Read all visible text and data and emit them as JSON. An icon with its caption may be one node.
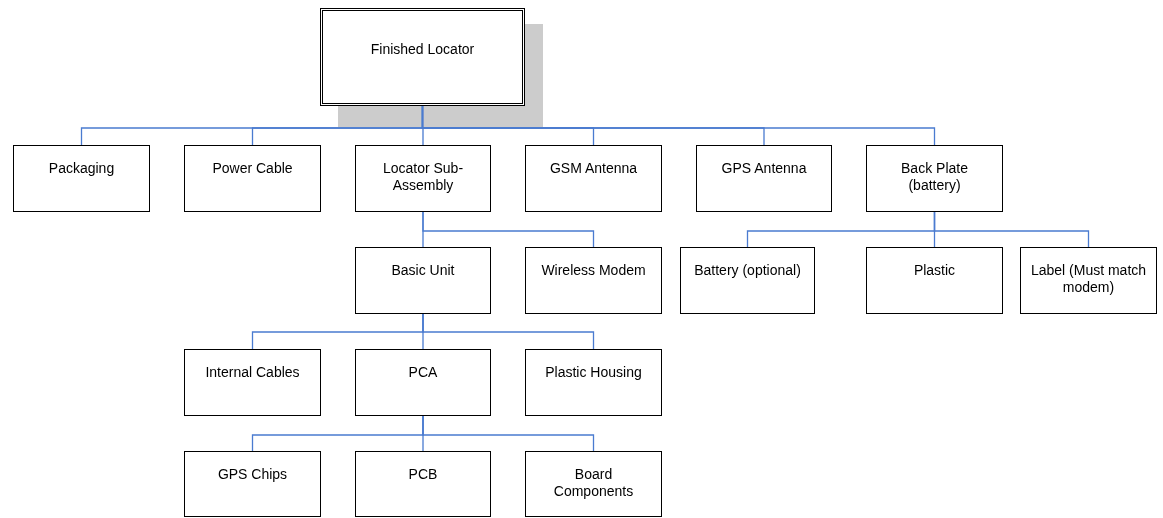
{
  "diagram": {
    "nodes": [
      {
        "text": [
          "Finished Locator"
        ]
      },
      {
        "text": [
          "Packaging"
        ]
      },
      {
        "text": [
          "Power Cable"
        ]
      },
      {
        "text": [
          "Locator Sub-Assembly"
        ]
      },
      {
        "text": [
          "GSM Antenna"
        ]
      },
      {
        "text": [
          "GPS Antenna"
        ]
      },
      {
        "text": [
          "Back Plate (battery)"
        ]
      },
      {
        "text": [
          "Basic Unit"
        ]
      },
      {
        "text": [
          "Wireless Modem"
        ]
      },
      {
        "text": [
          "Battery (optional)"
        ]
      },
      {
        "text": [
          "Plastic"
        ]
      },
      {
        "text": [
          "Label (Must match modem)"
        ]
      },
      {
        "text": [
          "Internal Cables"
        ]
      },
      {
        "text": [
          "PCA"
        ]
      },
      {
        "text": [
          "Plastic Housing"
        ]
      },
      {
        "text": [
          "GPS Chips"
        ]
      },
      {
        "text": [
          "PCB"
        ]
      },
      {
        "text": [
          "Board Components"
        ]
      }
    ],
    "edges": [
      {
        "from": 0,
        "to": 1,
        "arrow": "none"
      },
      {
        "from": 0,
        "to": 2,
        "arrow": "none"
      },
      {
        "from": 0,
        "to": 3,
        "arrow": "none"
      },
      {
        "from": 0,
        "to": 4,
        "arrow": "none"
      },
      {
        "from": 0,
        "to": 5,
        "arrow": "none"
      },
      {
        "from": 0,
        "to": 6,
        "arrow": "none"
      },
      {
        "from": 3,
        "to": 7,
        "arrow": "none"
      },
      {
        "from": 3,
        "to": 8,
        "arrow": "none"
      },
      {
        "from": 6,
        "to": 9,
        "arrow": "none"
      },
      {
        "from": 6,
        "to": 10,
        "arrow": "none"
      },
      {
        "from": 6,
        "to": 11,
        "arrow": "none"
      },
      {
        "from": 7,
        "to": 12,
        "arrow": "none"
      },
      {
        "from": 7,
        "to": 13,
        "arrow": "none"
      },
      {
        "from": 7,
        "to": 14,
        "arrow": "none"
      },
      {
        "from": 13,
        "to": 15,
        "arrow": "none"
      },
      {
        "from": 13,
        "to": 16,
        "arrow": "none"
      },
      {
        "from": 13,
        "to": 17,
        "arrow": "none"
      }
    ]
  }
}
